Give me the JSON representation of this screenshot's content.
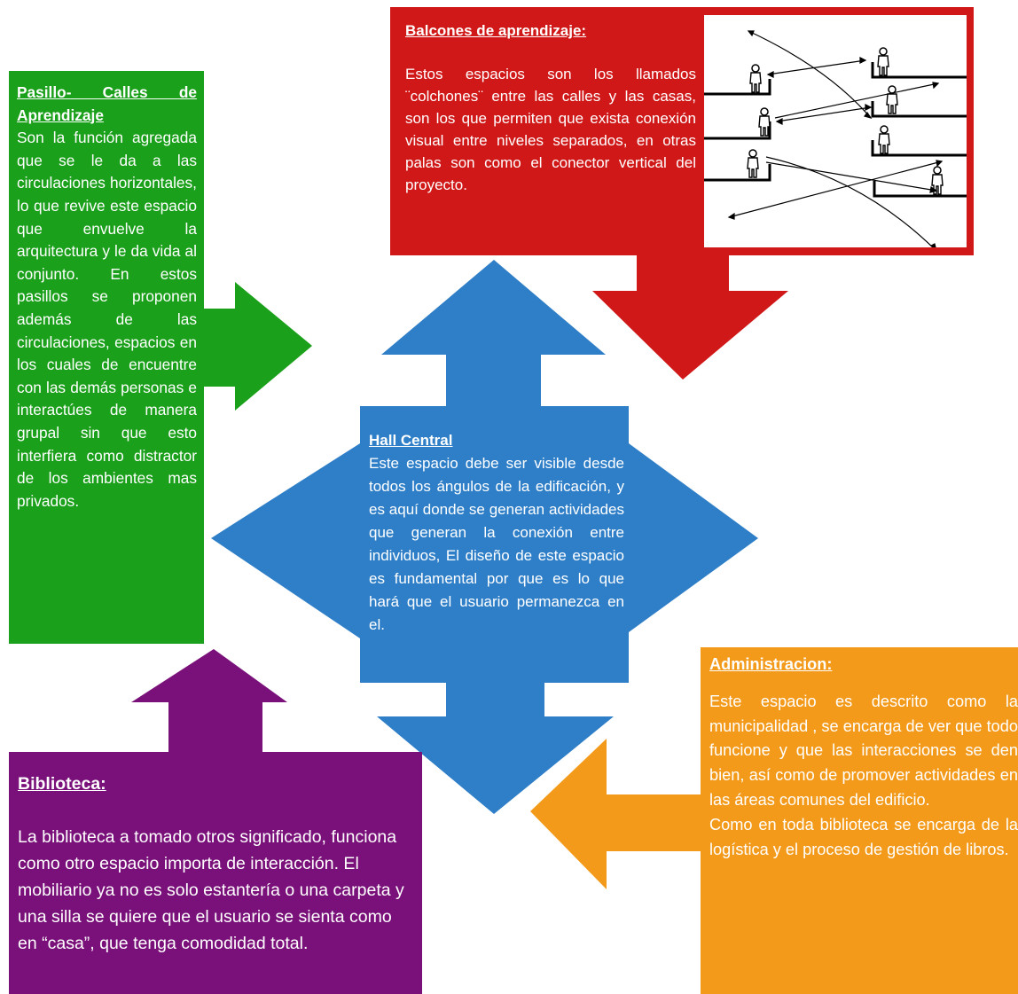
{
  "colors": {
    "green": "#1aa01a",
    "red": "#d01818",
    "blue": "#2f7fc8",
    "purple": "#7a117a",
    "orange": "#f39a1a"
  },
  "icons": [
    "person-icon",
    "double-arrow-icon"
  ],
  "green_box": {
    "title": "Pasillo- Calles de Aprendizaje",
    "body": "Son la función agregada que se le da a las circulaciones horizontales, lo que revive este espacio que envuelve la arquitectura y le da vida al conjunto. En estos pasillos se proponen además de las circulaciones, espacios en los cuales de encuentre con las demás personas e interactúes de manera grupal sin que esto interfiera como distractor de los ambientes mas privados."
  },
  "red_box": {
    "title": "Balcones de aprendizaje:",
    "body": "Estos espacios son los llamados ¨colchones¨ entre las calles y las casas, son los que permiten que exista conexión visual entre niveles separados, en otras palas son como el conector vertical del proyecto."
  },
  "blue_box": {
    "title": "Hall Central",
    "body": "Este espacio debe ser visible desde todos los ángulos de la edificación, y es aquí donde se generan actividades que generan la conexión entre individuos, El diseño de este espacio es fundamental por que es lo que hará que el usuario permanezca en el."
  },
  "purple_box": {
    "title": "Biblioteca:",
    "body": "La biblioteca a tomado otros significado, funciona como otro espacio importa de interacción. El mobiliario ya no es solo estantería o una carpeta y una silla se quiere que el usuario se sienta como en “casa”, que tenga comodidad total."
  },
  "orange_box": {
    "title": "Administracion:",
    "body_1": "Este espacio es descrito como la municipalidad , se encarga de ver que todo funcione y que las interacciones se den bien, así como de promover actividades en las áreas comunes del edificio.",
    "body_2": "Como en toda biblioteca se encarga de la logística y el proceso de gestión de libros."
  }
}
